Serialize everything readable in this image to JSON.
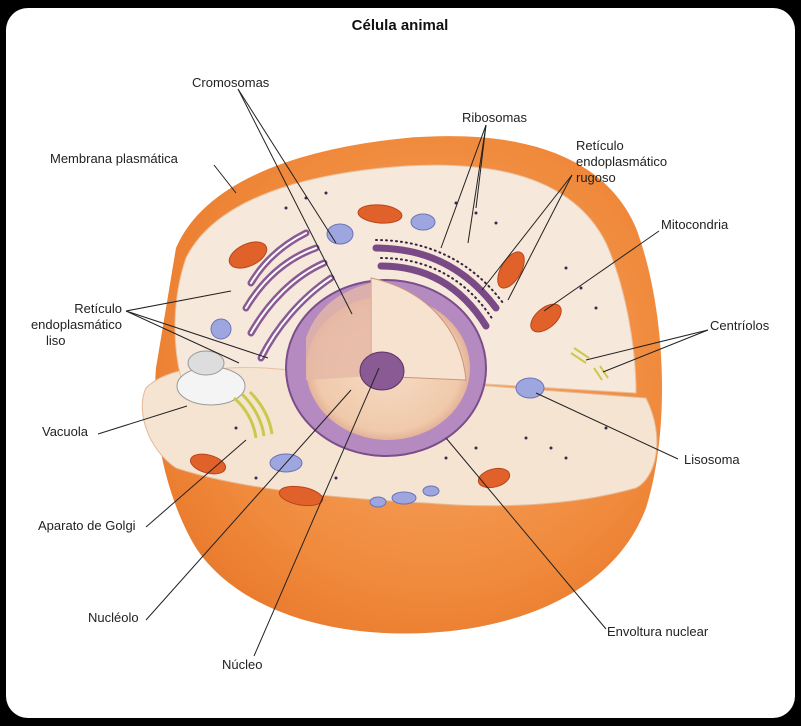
{
  "title": "Célula animal",
  "labels": {
    "cromosomas": "Cromosomas",
    "ribosomas": "Ribosomas",
    "membrana": "Membrana plasmática",
    "rer_1": "Retículo",
    "rer_2": "endoplasmático",
    "rer_3": "rugoso",
    "mitocondria": "Mitocondria",
    "rel_1": "Retículo",
    "rel_2": "endoplasmático",
    "rel_3": "liso",
    "centriolos": "Centríolos",
    "vacuola": "Vacuola",
    "lisosoma": "Lisosoma",
    "golgi": "Aparato de Golgi",
    "nucleolo": "Nucléolo",
    "envoltura": "Envoltura nuclear",
    "nucleo": "Núcleo"
  },
  "colors": {
    "membrane_orange": "#f08a3c",
    "cytoplasm": "#f6e6d6",
    "nucleus_purple": "#9b6aa8",
    "nucleoplasm": "#f2d2b8",
    "mitochondria": "#e0622a",
    "lysosome": "#9ea6e0",
    "golgi": "#cfd25a"
  }
}
